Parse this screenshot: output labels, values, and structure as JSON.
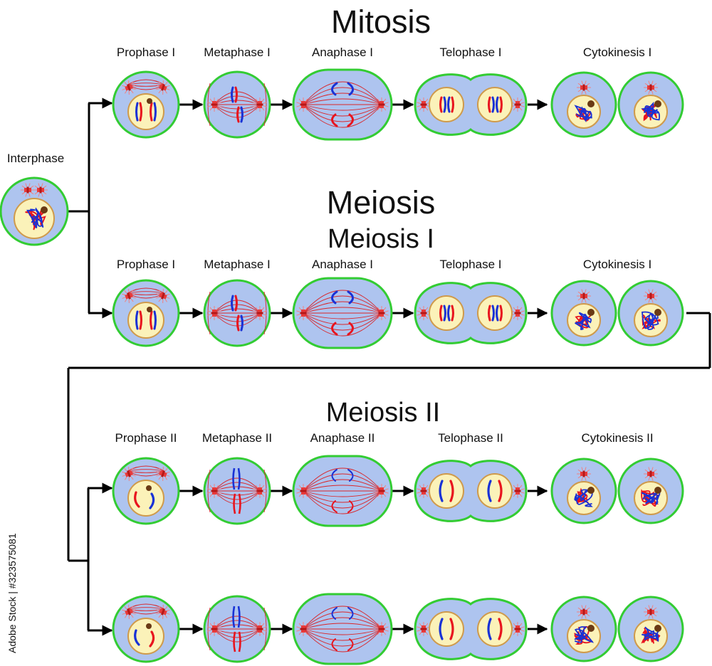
{
  "titles": {
    "mitosis": "Mitosis",
    "meiosis": "Meiosis",
    "meiosis_1": "Meiosis I",
    "meiosis_2": "Meiosis II"
  },
  "interphase": {
    "label": "Interphase"
  },
  "rows": [
    {
      "id": "mitosis",
      "stages": [
        "Prophase I",
        "Metaphase I",
        "Anaphase I",
        "Telophase I",
        "Cytokinesis I"
      ]
    },
    {
      "id": "meiosis-1",
      "stages": [
        "Prophase I",
        "Metaphase I",
        "Anaphase I",
        "Telophase I",
        "Cytokinesis I"
      ]
    },
    {
      "id": "meiosis-2a",
      "stages": [
        "Prophase II",
        "Metaphase II",
        "Anaphase II",
        "Telophase II",
        "Cytokinesis II"
      ]
    },
    {
      "id": "meiosis-2b",
      "stages": [
        "",
        "",
        "",
        "",
        ""
      ]
    }
  ],
  "watermark": {
    "vertical_text": "Adobe Stock | #323575081"
  },
  "colors": {
    "membrane": "#33cc33",
    "cytoplasm": "#aec4ef",
    "nucleus_fill": "#fbf2b9",
    "nucleus_border": "#cf9a4b",
    "chromosome_red": "#e8141e",
    "chromosome_blue": "#1932d6",
    "spindle": "#d9262a",
    "centrosome": "#e83a3a",
    "nucleolus": "#6a3a14",
    "arrow": "#000000"
  }
}
